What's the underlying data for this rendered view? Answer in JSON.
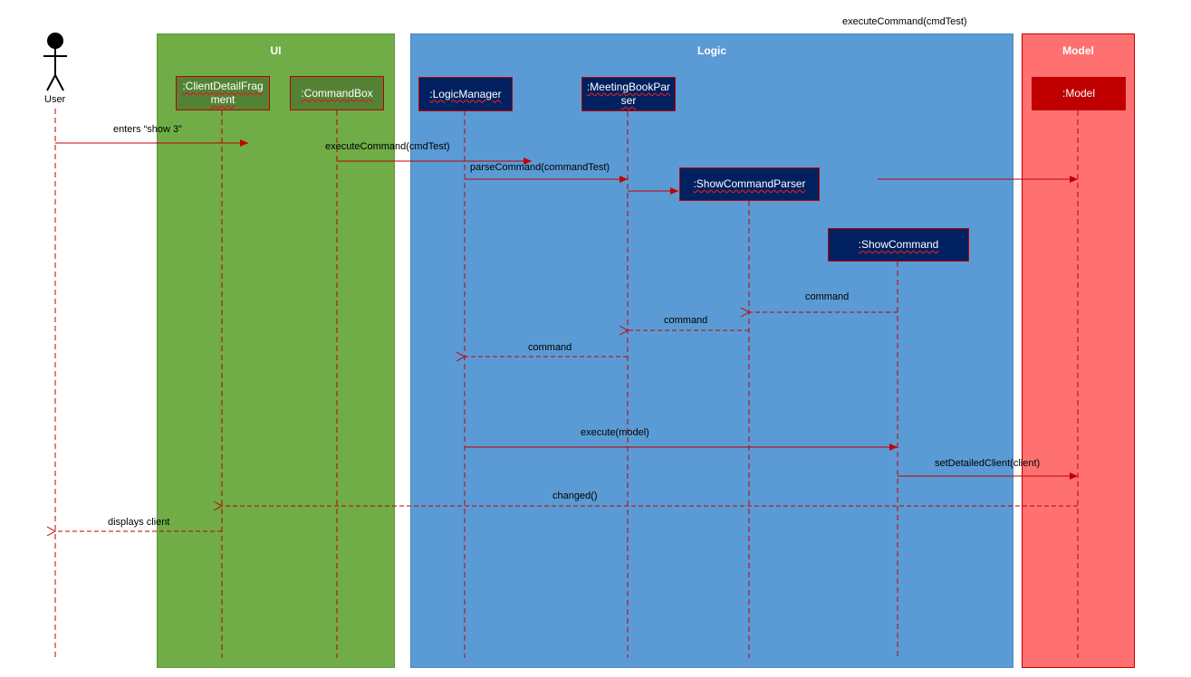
{
  "regions": {
    "ui": {
      "title": "UI",
      "color": "#70ad47"
    },
    "logic": {
      "title": "Logic",
      "color": "#5b9bd5"
    },
    "model": {
      "title": "Model",
      "color": "#ff7171"
    }
  },
  "actor": {
    "label": "User"
  },
  "objects": {
    "client_detail_fragment": ":ClientDetailFragment",
    "command_box": ":CommandBox",
    "logic_manager": ":LogicManager",
    "meeting_book_parser": ":MeetingBookParser",
    "show_command_parser": ":ShowCommandParser",
    "show_command": ":ShowCommand",
    "model": ":Model"
  },
  "messages": {
    "enters_show": "enters “show 3”",
    "execute_command": "executeCommand(cmdTest)",
    "parse_command": "parseCommand(commandTest)",
    "top_execute_command": "executeCommand(cmdTest)",
    "command_1": "command",
    "command_2": "command",
    "command_3": "command",
    "execute_model": "execute(model)",
    "set_detailed_client": "setDetailedClient(client)",
    "changed": "changed()",
    "displays_client": "displays client"
  },
  "colors": {
    "arrow": "#c00000",
    "object_dark": "#002060",
    "object_ui": "#548235",
    "object_model": "#c00000"
  }
}
